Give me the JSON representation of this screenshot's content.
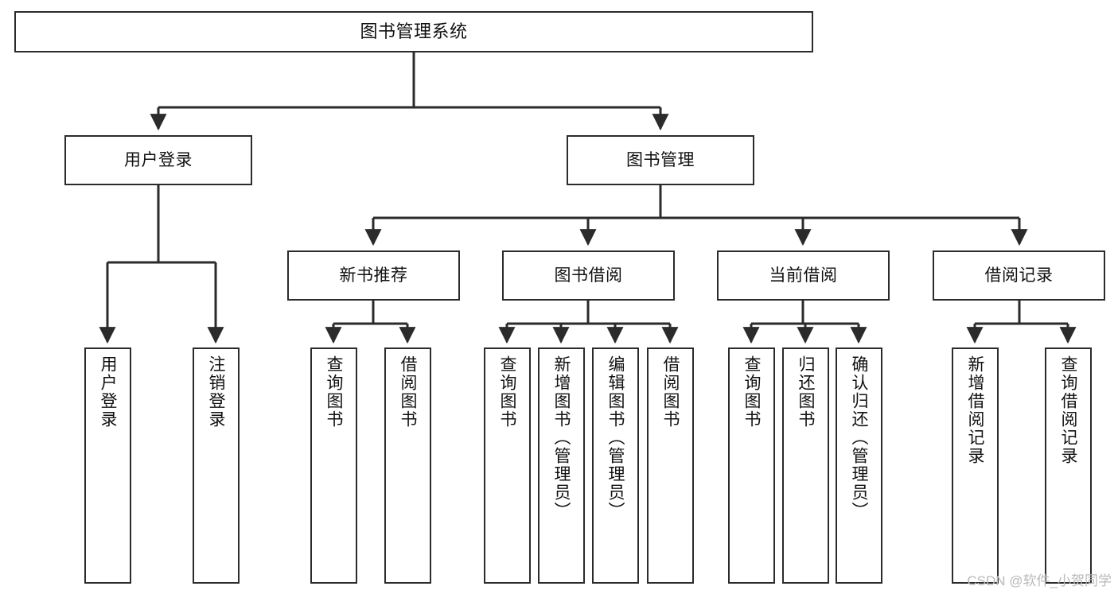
{
  "diagram": {
    "type": "tree-hierarchy",
    "title": "图书管理系统",
    "watermark": "CSDN @软件_小贺同学",
    "colors": {
      "box_border": "#2b2b2b",
      "box_fill": "#ffffff",
      "connector": "#2b2b2b",
      "text": "#111111",
      "watermark": "#b9b9b9"
    },
    "nodes": {
      "root": {
        "label": "图书管理系统",
        "level": 1,
        "orientation": "horizontal"
      },
      "user_login": {
        "label": "用户登录",
        "level": 2,
        "orientation": "horizontal"
      },
      "book_manage": {
        "label": "图书管理",
        "level": 2,
        "orientation": "horizontal"
      },
      "new_book_rec": {
        "label": "新书推荐",
        "level": 3,
        "orientation": "horizontal"
      },
      "book_borrow": {
        "label": "图书借阅",
        "level": 3,
        "orientation": "horizontal"
      },
      "current_borrow": {
        "label": "当前借阅",
        "level": 3,
        "orientation": "horizontal"
      },
      "borrow_record": {
        "label": "借阅记录",
        "level": 3,
        "orientation": "horizontal"
      },
      "leaf_user_login": {
        "label": "用户登录",
        "level": 3,
        "orientation": "vertical"
      },
      "leaf_logout": {
        "label": "注销登录",
        "level": 3,
        "orientation": "vertical"
      },
      "leaf_query_book_1": {
        "label": "查询图书",
        "level": 4,
        "orientation": "vertical"
      },
      "leaf_borrow_book_1": {
        "label": "借阅图书",
        "level": 4,
        "orientation": "vertical"
      },
      "leaf_query_book_2": {
        "label": "查询图书",
        "level": 4,
        "orientation": "vertical"
      },
      "leaf_add_book": {
        "label": "新增图书（管理员）",
        "level": 4,
        "orientation": "vertical"
      },
      "leaf_edit_book": {
        "label": "编辑图书（管理员）",
        "level": 4,
        "orientation": "vertical"
      },
      "leaf_borrow_book_2": {
        "label": "借阅图书",
        "level": 4,
        "orientation": "vertical"
      },
      "leaf_query_book_3": {
        "label": "查询图书",
        "level": 4,
        "orientation": "vertical"
      },
      "leaf_return_book": {
        "label": "归还图书",
        "level": 4,
        "orientation": "vertical"
      },
      "leaf_confirm_return": {
        "label": "确认归还（管理员）",
        "level": 4,
        "orientation": "vertical"
      },
      "leaf_add_record": {
        "label": "新增借阅记录",
        "level": 4,
        "orientation": "vertical"
      },
      "leaf_query_record": {
        "label": "查询借阅记录",
        "level": 4,
        "orientation": "vertical"
      }
    },
    "edges": [
      {
        "from": "root",
        "to": "user_login"
      },
      {
        "from": "root",
        "to": "book_manage"
      },
      {
        "from": "user_login",
        "to": "leaf_user_login"
      },
      {
        "from": "user_login",
        "to": "leaf_logout"
      },
      {
        "from": "book_manage",
        "to": "new_book_rec"
      },
      {
        "from": "book_manage",
        "to": "book_borrow"
      },
      {
        "from": "book_manage",
        "to": "current_borrow"
      },
      {
        "from": "book_manage",
        "to": "borrow_record"
      },
      {
        "from": "new_book_rec",
        "to": "leaf_query_book_1"
      },
      {
        "from": "new_book_rec",
        "to": "leaf_borrow_book_1"
      },
      {
        "from": "book_borrow",
        "to": "leaf_query_book_2"
      },
      {
        "from": "book_borrow",
        "to": "leaf_add_book"
      },
      {
        "from": "book_borrow",
        "to": "leaf_edit_book"
      },
      {
        "from": "book_borrow",
        "to": "leaf_borrow_book_2"
      },
      {
        "from": "current_borrow",
        "to": "leaf_query_book_3"
      },
      {
        "from": "current_borrow",
        "to": "leaf_return_book"
      },
      {
        "from": "current_borrow",
        "to": "leaf_confirm_return"
      },
      {
        "from": "borrow_record",
        "to": "leaf_add_record"
      },
      {
        "from": "borrow_record",
        "to": "leaf_query_record"
      }
    ]
  }
}
